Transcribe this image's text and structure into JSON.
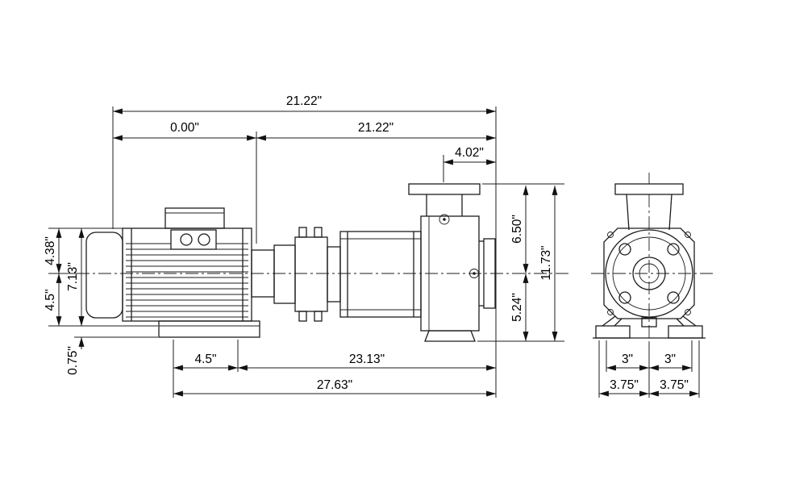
{
  "dims": {
    "top_overall": "21.22\"",
    "top_seg_zero": "0.00\"",
    "top_seg_main": "21.22\"",
    "discharge_to_suction": "4.02\"",
    "centerline_to_top": "6.50\"",
    "overall_height": "11.73\"",
    "centerline_to_base": "5.24\"",
    "motor_top_to_centerline": "4.38\"",
    "motor_height": "7.13\"",
    "centerline_height": "4.5\"",
    "base_thickness": "0.75\"",
    "foot_offset": "4.5\"",
    "foot_to_suction": "23.13\"",
    "overall_length": "27.63\"",
    "endview_bolt_left": "3\"",
    "endview_bolt_right": "3\"",
    "endview_foot_left": "3.75\"",
    "endview_foot_right": "3.75\""
  }
}
